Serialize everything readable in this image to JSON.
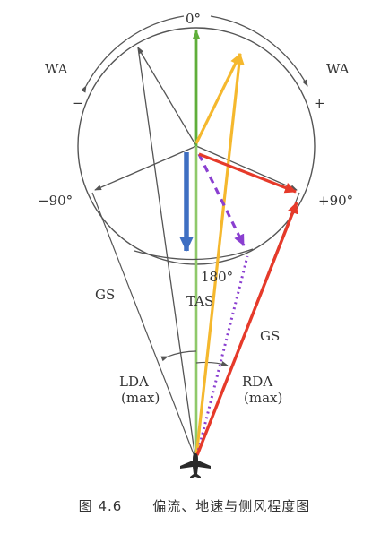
{
  "labels": {
    "zero_deg": "0°",
    "wa_left": "WA",
    "wa_right": "WA",
    "minus": "−",
    "plus": "+",
    "minus_90": "−90°",
    "plus_90": "+90°",
    "deg_180": "180°",
    "tas": "TAS",
    "gs_left": "GS",
    "gs_right": "GS",
    "lda": "LDA",
    "lda_max": "(max)",
    "rda": "RDA",
    "rda_max": "(max)"
  },
  "caption": {
    "number": "图 4.6",
    "title": "偏流、地速与侧风程度图"
  },
  "colors": {
    "green": "#5fae3b",
    "light_green": "#8fc96a",
    "yellow": "#f5b82e",
    "blue": "#3f6fc2",
    "purple": "#8a3fd0",
    "red": "#e63a2a",
    "grey": "#555555"
  }
}
